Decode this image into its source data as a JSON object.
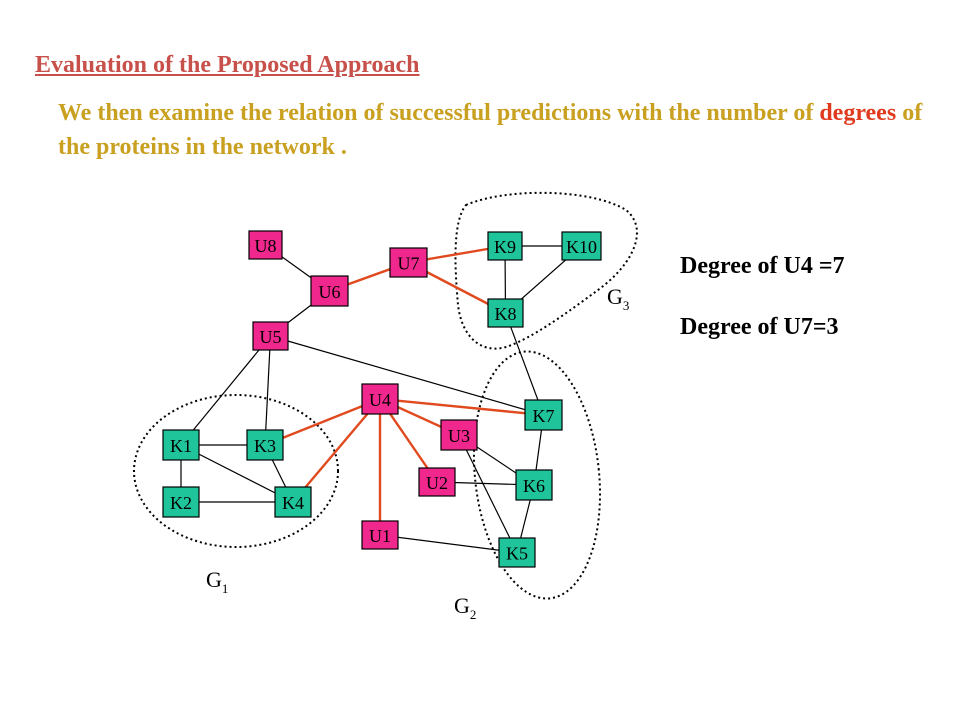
{
  "title": "Evaluation of the Proposed Approach",
  "intro": {
    "before": "We then examine the relation of successful predictions with the number of ",
    "highlight": "degrees",
    "after": " of the proteins in the network ."
  },
  "degree_lines": {
    "u4": "Degree of U4 =7",
    "u7": "Degree of U7=3"
  },
  "colors": {
    "title": "#c8504a",
    "intro_text": "#c9a020",
    "highlight": "#e03a1e",
    "known_node": "#1fc49a",
    "unknown_node": "#f0278c",
    "normal_edge": "#000000",
    "highlight_edge": "#e04a1e"
  },
  "network": {
    "nodes": [
      {
        "id": "U8",
        "label": "U8",
        "kind": "unknown"
      },
      {
        "id": "U7",
        "label": "U7",
        "kind": "unknown"
      },
      {
        "id": "U6",
        "label": "U6",
        "kind": "unknown"
      },
      {
        "id": "U5",
        "label": "U5",
        "kind": "unknown"
      },
      {
        "id": "U4",
        "label": "U4",
        "kind": "unknown"
      },
      {
        "id": "U3",
        "label": "U3",
        "kind": "unknown"
      },
      {
        "id": "U2",
        "label": "U2",
        "kind": "unknown"
      },
      {
        "id": "U1",
        "label": "U1",
        "kind": "unknown"
      },
      {
        "id": "K1",
        "label": "K1",
        "kind": "known"
      },
      {
        "id": "K2",
        "label": "K2",
        "kind": "known"
      },
      {
        "id": "K3",
        "label": "K3",
        "kind": "known"
      },
      {
        "id": "K4",
        "label": "K4",
        "kind": "known"
      },
      {
        "id": "K5",
        "label": "K5",
        "kind": "known"
      },
      {
        "id": "K6",
        "label": "K6",
        "kind": "known"
      },
      {
        "id": "K7",
        "label": "K7",
        "kind": "known"
      },
      {
        "id": "K8",
        "label": "K8",
        "kind": "known"
      },
      {
        "id": "K9",
        "label": "K9",
        "kind": "known"
      },
      {
        "id": "K10",
        "label": "K10",
        "kind": "known"
      }
    ],
    "edges": [
      {
        "from": "U8",
        "to": "U6",
        "highlight": false
      },
      {
        "from": "U6",
        "to": "U5",
        "highlight": false
      },
      {
        "from": "U6",
        "to": "U7",
        "highlight": true
      },
      {
        "from": "U7",
        "to": "K9",
        "highlight": true
      },
      {
        "from": "U7",
        "to": "K8",
        "highlight": true
      },
      {
        "from": "K9",
        "to": "K10",
        "highlight": false
      },
      {
        "from": "K9",
        "to": "K8",
        "highlight": false
      },
      {
        "from": "K10",
        "to": "K8",
        "highlight": false
      },
      {
        "from": "K8",
        "to": "K7",
        "highlight": false
      },
      {
        "from": "U5",
        "to": "K1",
        "highlight": false
      },
      {
        "from": "U5",
        "to": "K3",
        "highlight": false
      },
      {
        "from": "U5",
        "to": "K7",
        "highlight": false
      },
      {
        "from": "K1",
        "to": "K3",
        "highlight": false
      },
      {
        "from": "K1",
        "to": "K2",
        "highlight": false
      },
      {
        "from": "K1",
        "to": "K4",
        "highlight": false
      },
      {
        "from": "K2",
        "to": "K4",
        "highlight": false
      },
      {
        "from": "K3",
        "to": "K4",
        "highlight": false
      },
      {
        "from": "U4",
        "to": "K3",
        "highlight": true
      },
      {
        "from": "U4",
        "to": "K4",
        "highlight": true
      },
      {
        "from": "U4",
        "to": "U1",
        "highlight": true
      },
      {
        "from": "U4",
        "to": "U2",
        "highlight": true
      },
      {
        "from": "U4",
        "to": "U3",
        "highlight": true
      },
      {
        "from": "U4",
        "to": "K7",
        "highlight": true
      },
      {
        "from": "U3",
        "to": "K6",
        "highlight": false
      },
      {
        "from": "U3",
        "to": "K5",
        "highlight": false
      },
      {
        "from": "U2",
        "to": "K6",
        "highlight": false
      },
      {
        "from": "U1",
        "to": "K5",
        "highlight": false
      },
      {
        "from": "K7",
        "to": "K6",
        "highlight": false
      },
      {
        "from": "K6",
        "to": "K5",
        "highlight": false
      }
    ],
    "groups": [
      {
        "id": "G1",
        "letter": "G",
        "sub": "1"
      },
      {
        "id": "G2",
        "letter": "G",
        "sub": "2"
      },
      {
        "id": "G3",
        "letter": "G",
        "sub": "3"
      }
    ]
  }
}
